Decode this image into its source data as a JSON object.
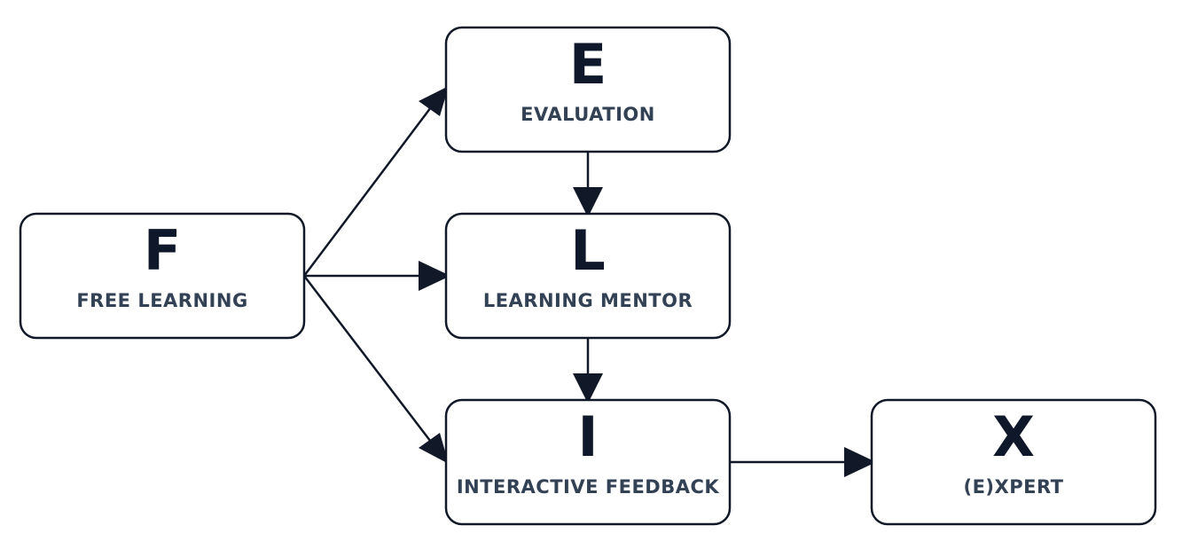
{
  "nodes": {
    "f": {
      "letter": "F",
      "label": "FREE LEARNING"
    },
    "e": {
      "letter": "E",
      "label": "EVALUATION"
    },
    "l": {
      "letter": "L",
      "label": "LEARNING MENTOR"
    },
    "i": {
      "letter": "I",
      "label": "INTERACTIVE FEEDBACK"
    },
    "x": {
      "letter": "X",
      "label": "(E)XPERT"
    }
  },
  "edges": [
    {
      "from": "f",
      "to": "e"
    },
    {
      "from": "f",
      "to": "l"
    },
    {
      "from": "f",
      "to": "i"
    },
    {
      "from": "e",
      "to": "l"
    },
    {
      "from": "l",
      "to": "i"
    },
    {
      "from": "i",
      "to": "x"
    }
  ],
  "colors": {
    "stroke": "#111827",
    "letter": "#0f172a",
    "label": "#334155",
    "background": "#ffffff"
  }
}
